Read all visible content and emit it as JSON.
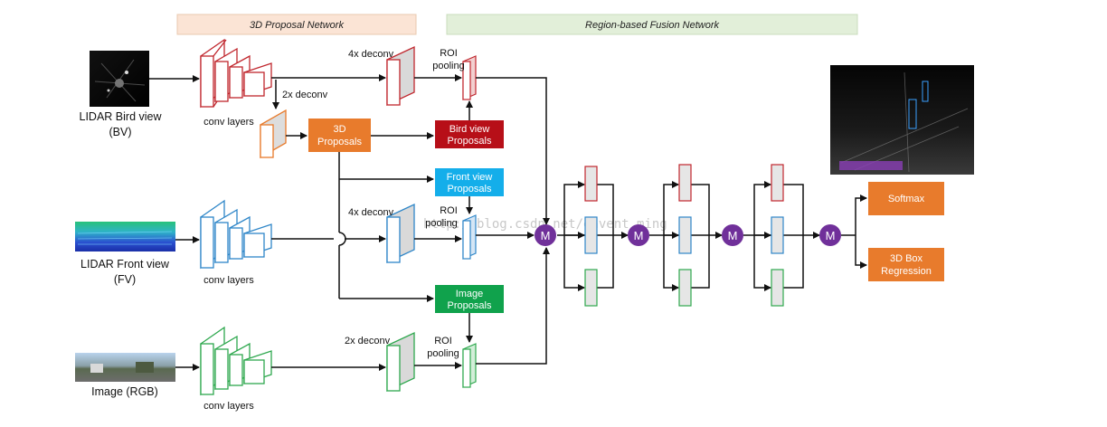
{
  "headers": {
    "proposal_network": "3D Proposal Network",
    "fusion_network": "Region-based Fusion Network"
  },
  "inputs": {
    "bv_line1": "LIDAR Bird view",
    "bv_line2": "(BV)",
    "fv_line1": "LIDAR Front view",
    "fv_line2": "(FV)",
    "rgb": "Image (RGB)"
  },
  "labels": {
    "conv_layers": "conv layers",
    "deconv_4x": "4x deconv",
    "deconv_2x": "2x deconv",
    "roi_line1": "ROI",
    "roi_line2": "pooling"
  },
  "boxes": {
    "proposals_3d_line1": "3D",
    "proposals_3d_line2": "Proposals",
    "bird_view_line1": "Bird view",
    "bird_view_line2": "Proposals",
    "front_view_line1": "Front view",
    "front_view_line2": "Proposals",
    "image_line1": "Image",
    "image_line2": "Proposals",
    "softmax": "Softmax",
    "box_regression_line1": "3D Box",
    "box_regression_line2": "Regression"
  },
  "merge_symbol": "M",
  "watermark": "http://blog.csdn.net/eavent_ming",
  "colors": {
    "red": "#c0262d",
    "blue": "#2e86c8",
    "green": "#2ea84e",
    "orange": "#e87b2c",
    "dark_red": "#b70f18",
    "light_blue": "#14aeea",
    "dark_green": "#10a24c",
    "purple": "#70309a",
    "header_orange_bg": "#fbe4d5",
    "header_green_bg": "#e2efd9"
  }
}
